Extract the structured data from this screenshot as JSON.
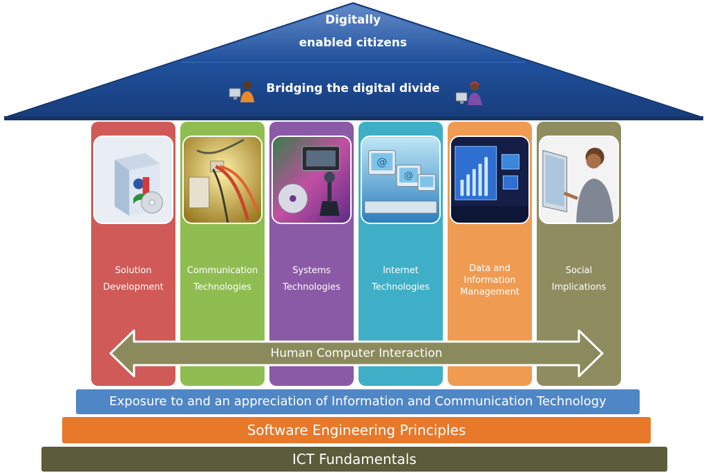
{
  "roof": {
    "line1": "Digitally",
    "line2": "enabled citizens",
    "line3": "Bridging the digital divide",
    "color": "#1f4f9a"
  },
  "pillars": [
    {
      "label_line1": "Solution",
      "label_line2": "Development",
      "color": "#cf5a57",
      "icon": "software-box-icon"
    },
    {
      "label_line1": "Communication",
      "label_line2": "Technologies",
      "color": "#8fbd52",
      "icon": "network-cables-icon"
    },
    {
      "label_line1": "Systems",
      "label_line2": "Technologies",
      "color": "#8b5aa6",
      "icon": "hardware-devices-icon"
    },
    {
      "label_line1": "Internet",
      "label_line2": "Technologies",
      "color": "#3eafc6",
      "icon": "internet-computers-icon"
    },
    {
      "label_line1": "Data and",
      "label_line2": "Information",
      "label_line3": "Management",
      "color": "#ef9b52",
      "icon": "data-screens-icon"
    },
    {
      "label_line1": "Social",
      "label_line2": "Implications",
      "color": "#8f8c60",
      "icon": "person-using-computer-icon"
    }
  ],
  "hci": {
    "label": "Human Computer Interaction",
    "color": "#8a8a5c"
  },
  "foundation": {
    "exposure": "Exposure to and an appreciation of Information and Communication Technology",
    "software": "Software Engineering Principles",
    "fundamentals": "ICT Fundamentals"
  }
}
